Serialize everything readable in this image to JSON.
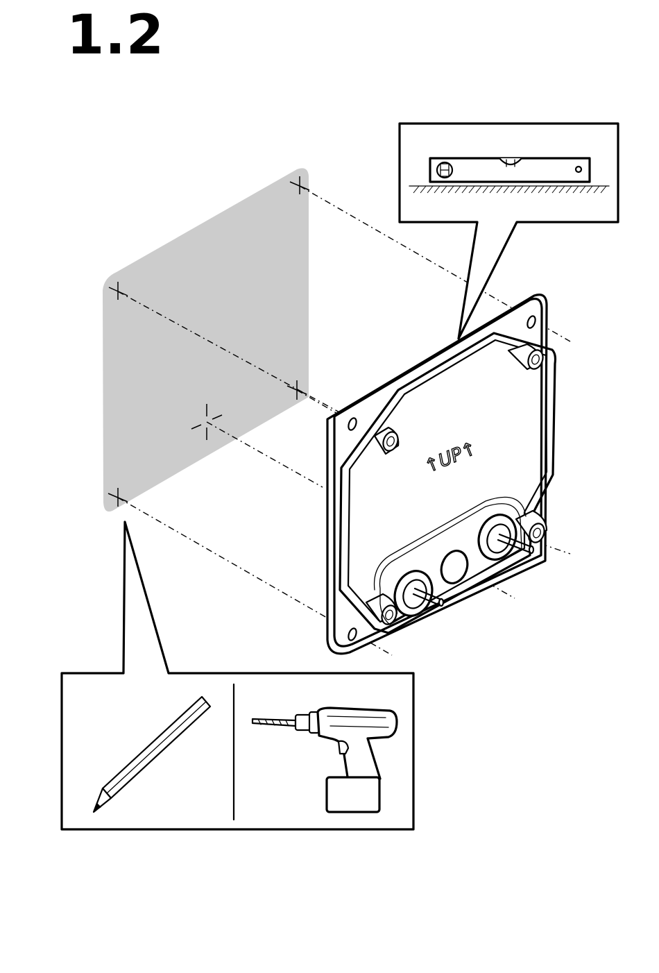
{
  "step": {
    "number": "1.2"
  },
  "bracket": {
    "label": "↑UP↑"
  },
  "icons": {
    "wall": "wall-panel",
    "level": "spirit-level-icon",
    "pencil": "pencil-icon",
    "drill": "power-drill-icon"
  },
  "colors": {
    "wall": "#cccccc",
    "ink": "#000000",
    "paper": "#ffffff"
  }
}
